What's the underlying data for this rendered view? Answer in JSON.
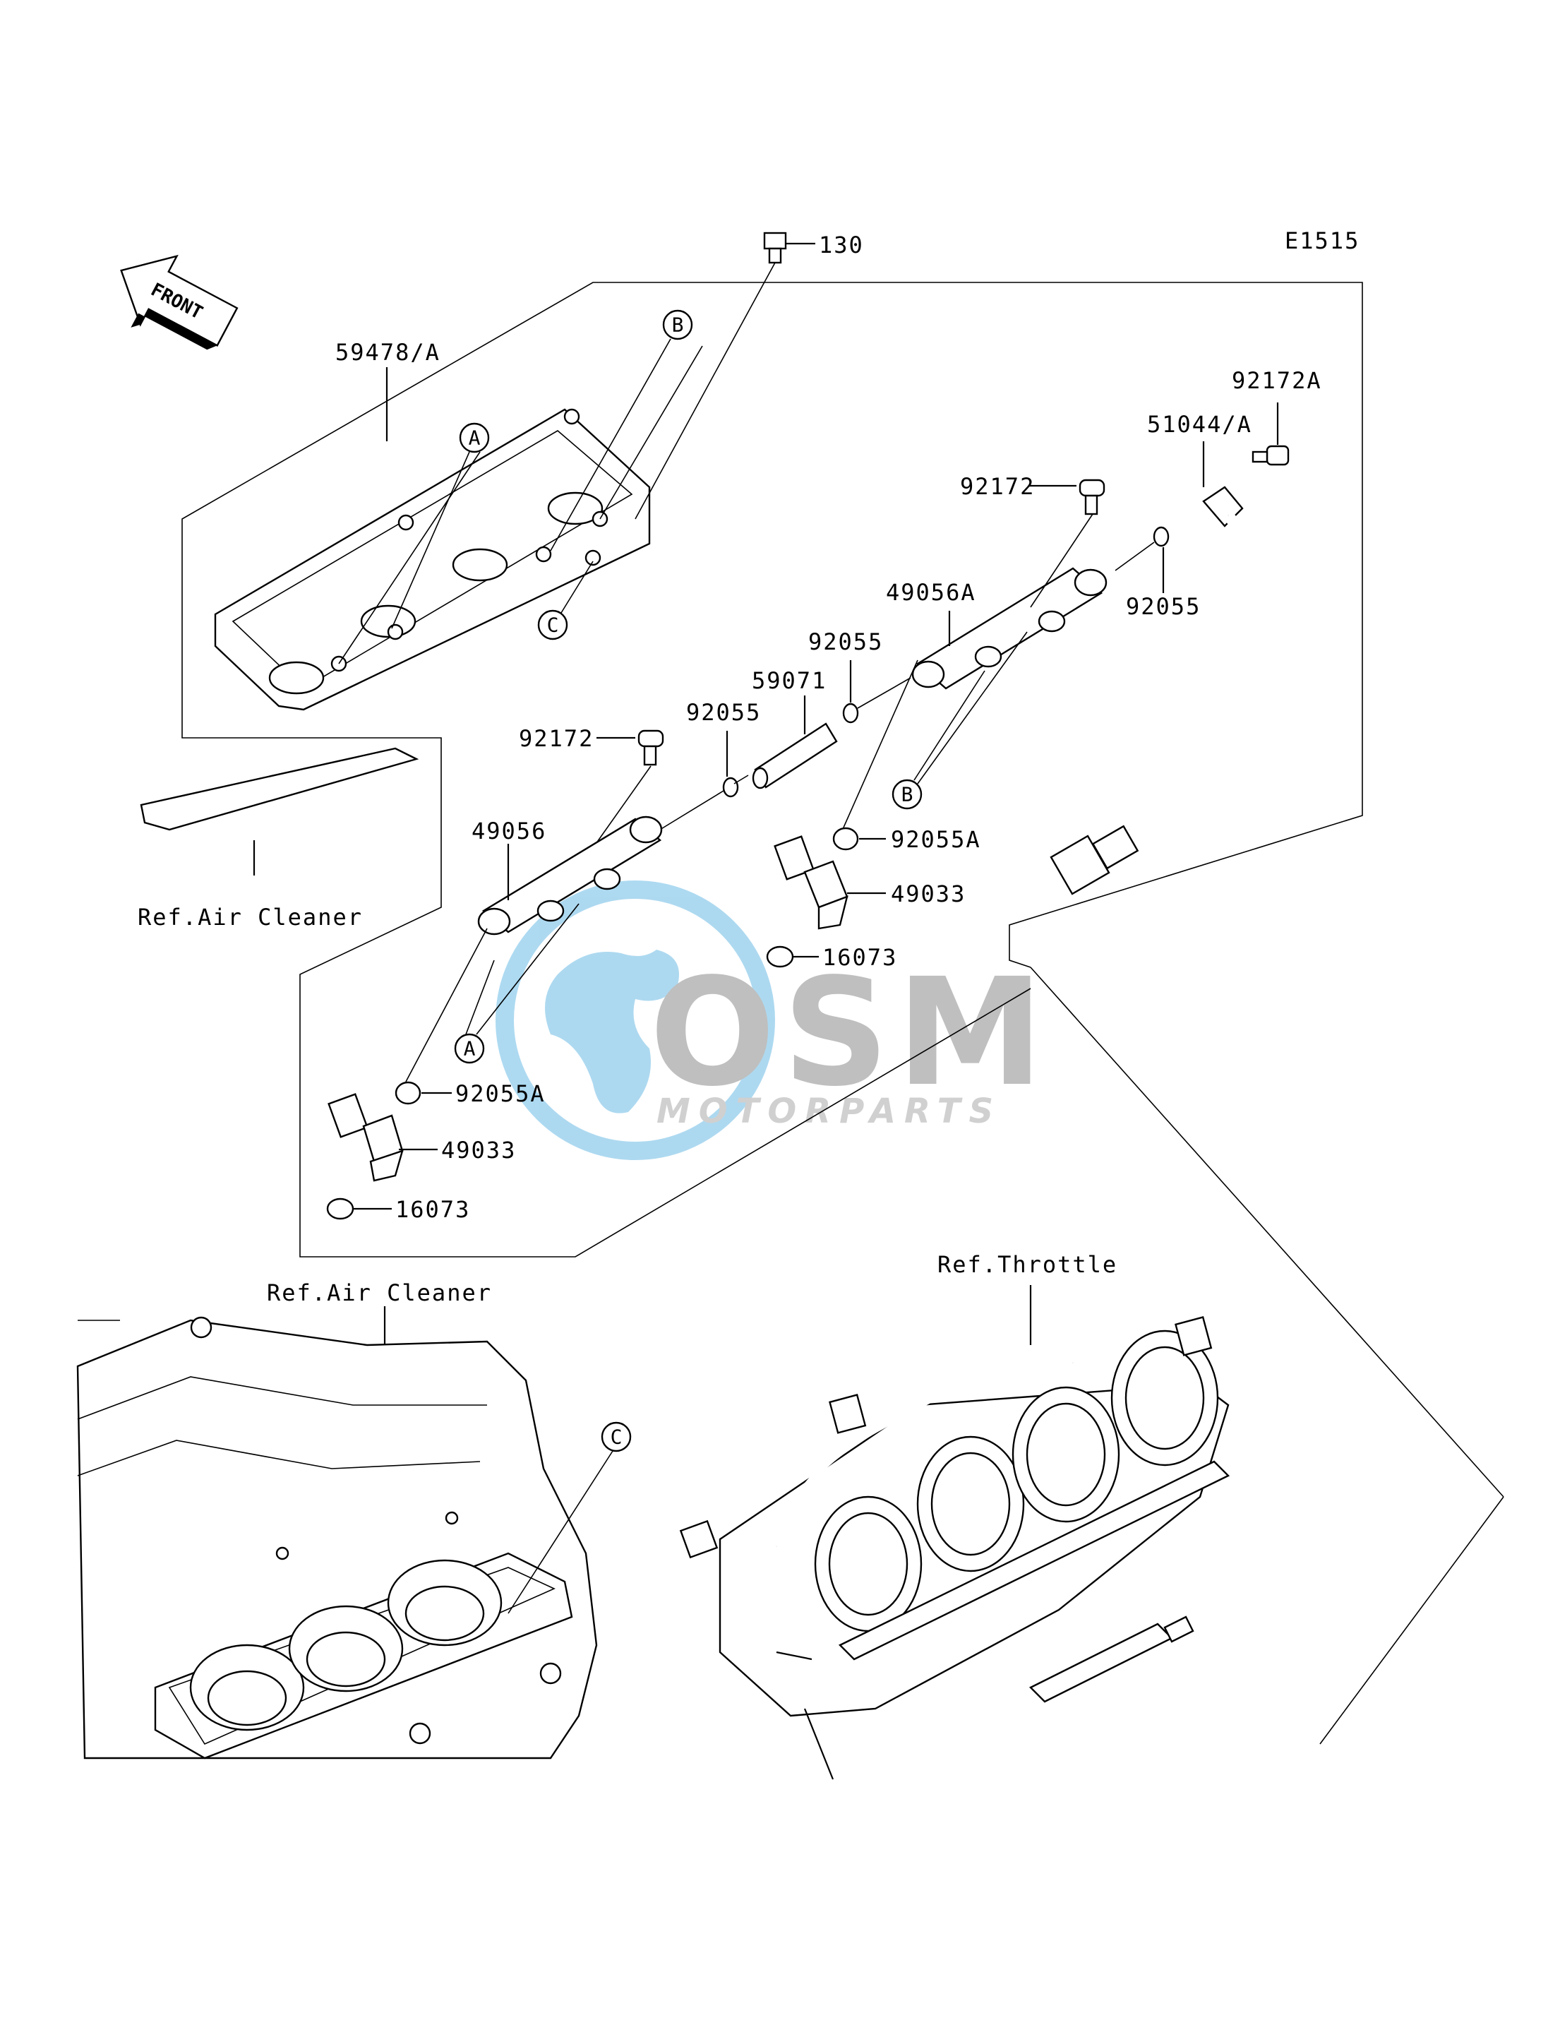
{
  "diagram_code": "E1515",
  "front_label": "FRONT",
  "watermark": {
    "brand": "OSM",
    "subtitle": "MOTORPARTS",
    "color_globe": "#9fd3ee",
    "color_text": "#b4b4b4"
  },
  "part_labels": {
    "p130": "130",
    "p59478a": "59478/A",
    "p92172a": "92172A",
    "p51044a": "51044/A",
    "p92172_r": "92172",
    "p92055_r": "92055",
    "p49056a": "49056A",
    "p92055_m": "92055",
    "p59071": "59071",
    "p92055_l": "92055",
    "p92172_l": "92172",
    "p49056": "49056",
    "p92055a_r": "92055A",
    "p49033_r": "49033",
    "p16073_r": "16073",
    "p92055a_l": "92055A",
    "p49033_l": "49033",
    "p16073_l": "16073"
  },
  "reference_labels": {
    "air_cleaner_top": "Ref.Air Cleaner",
    "air_cleaner_bottom": "Ref.Air Cleaner",
    "throttle": "Ref.Throttle"
  },
  "callouts": {
    "a1": "A",
    "a2": "A",
    "b1": "B",
    "b2": "B",
    "c1": "C",
    "c2": "C"
  }
}
